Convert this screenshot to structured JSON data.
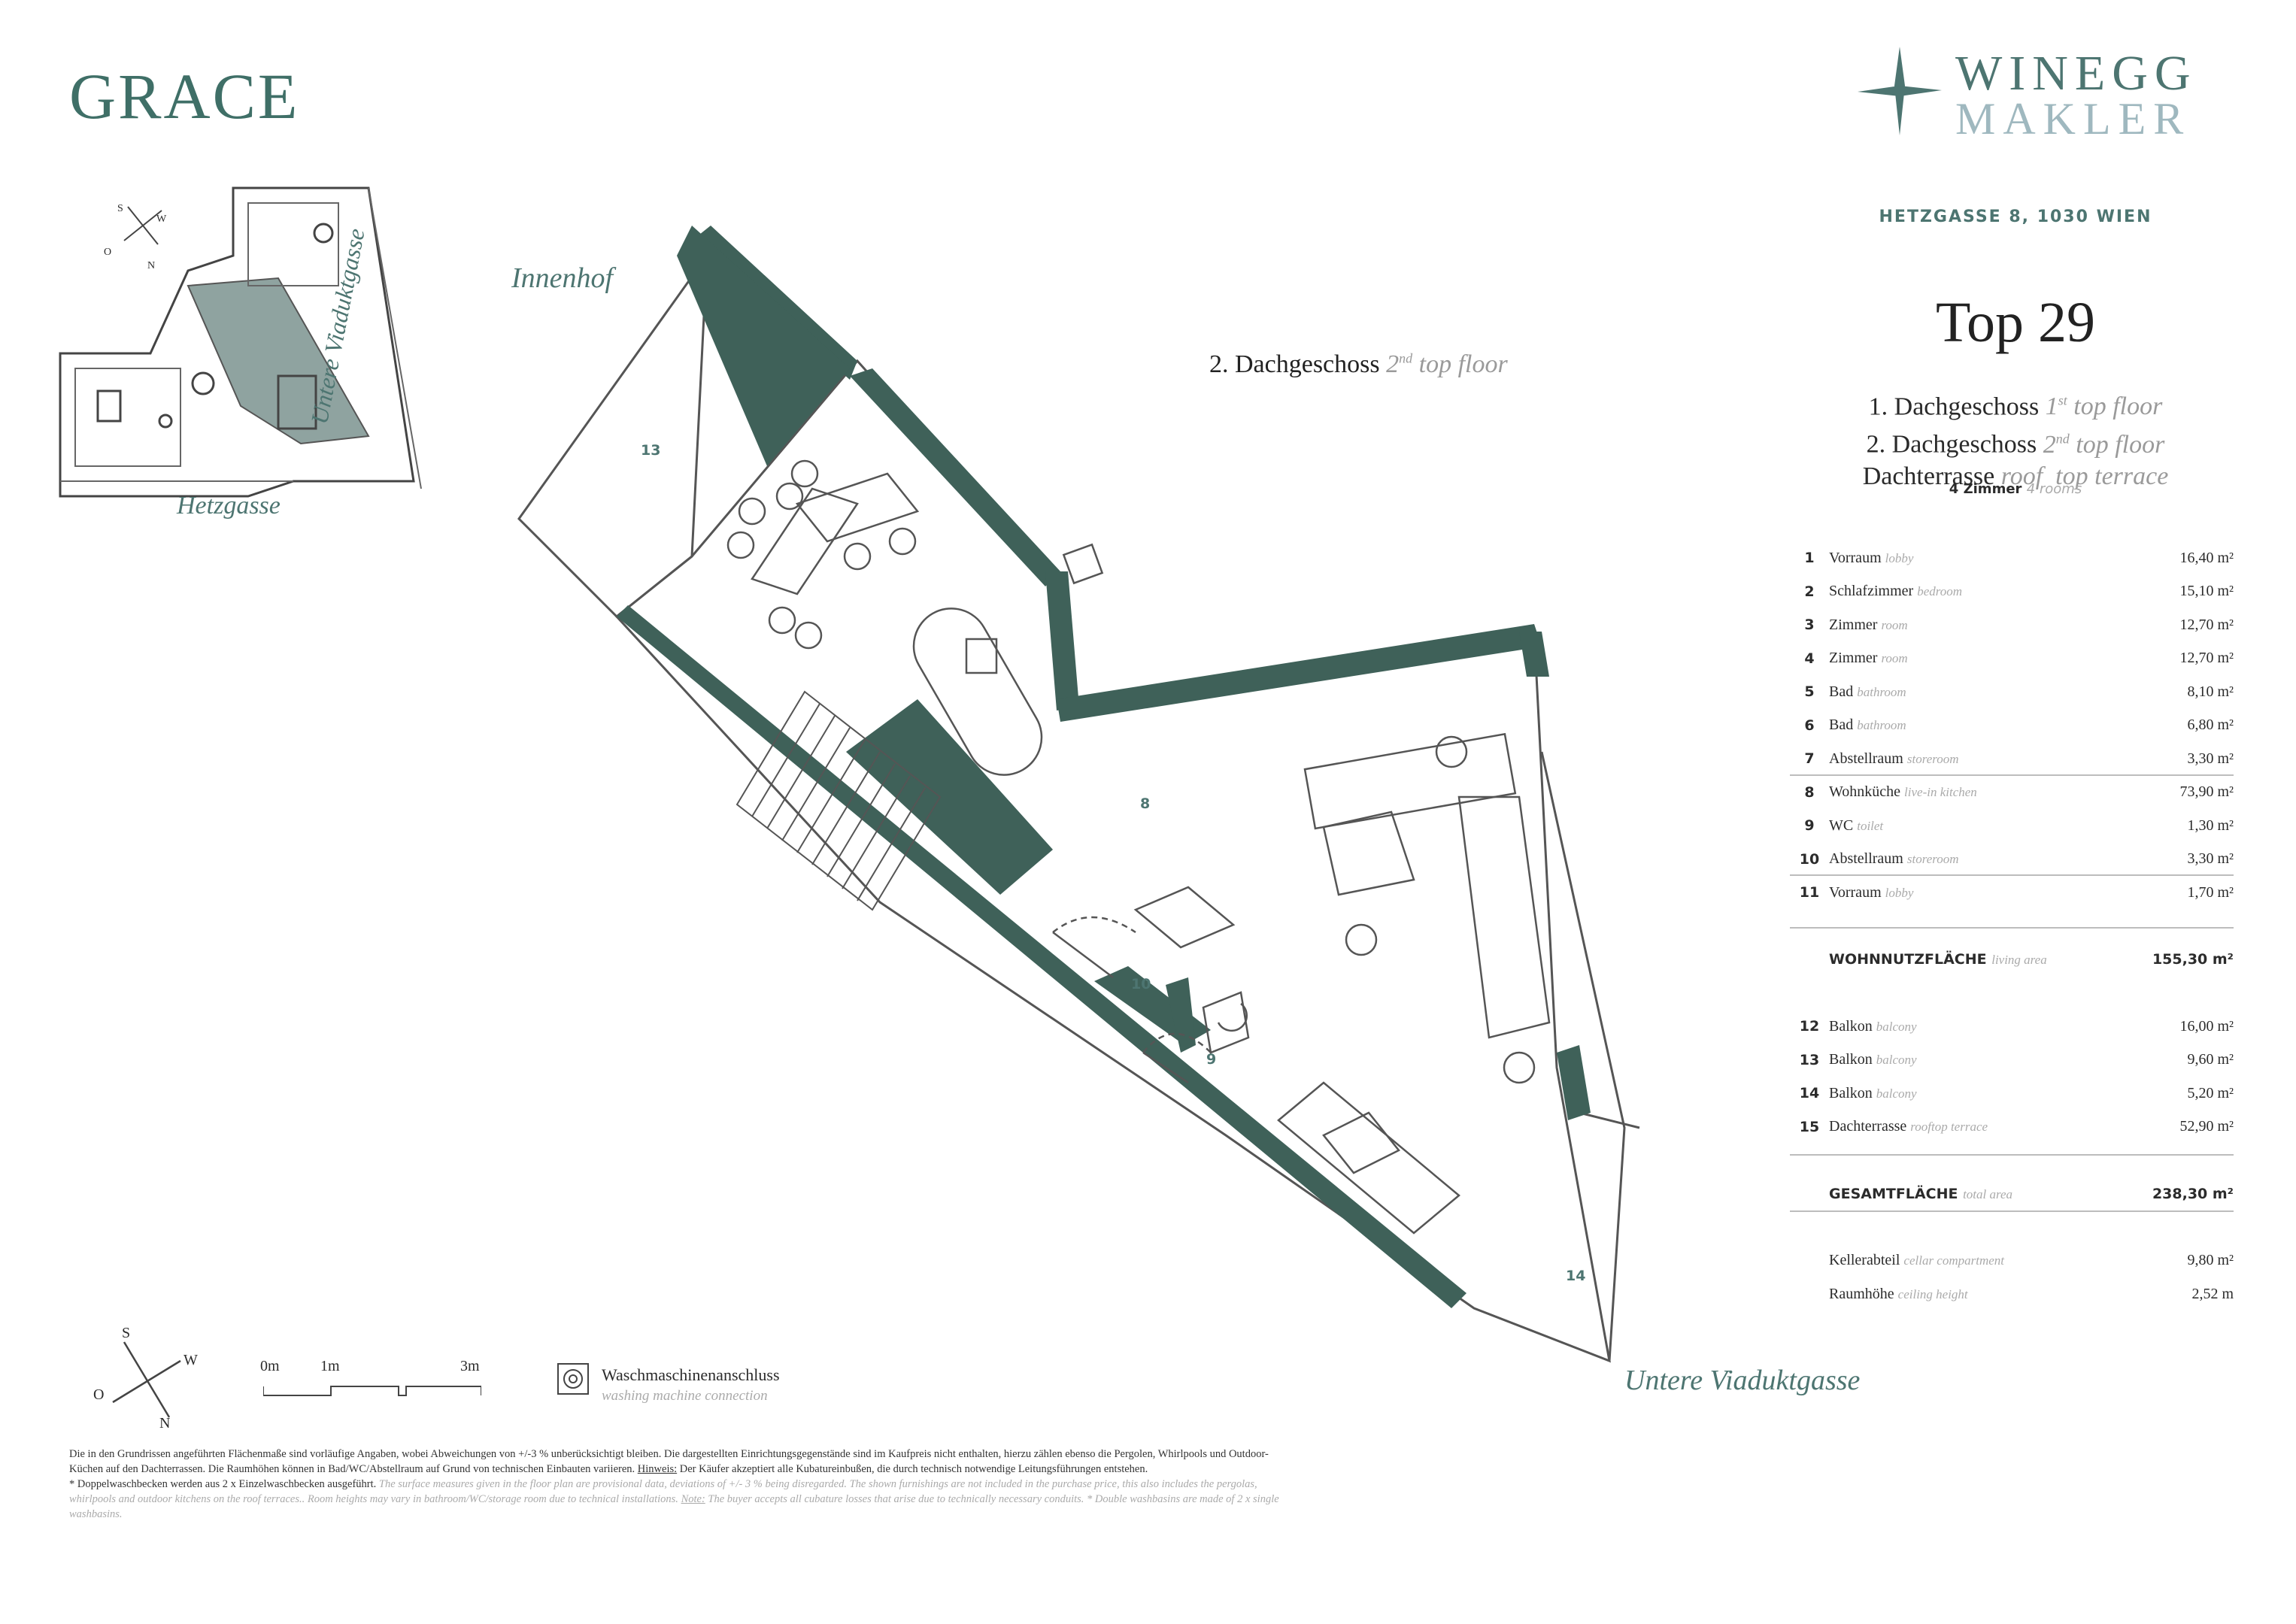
{
  "brand": {
    "project_logo": "GRACE",
    "agency_name": "WINEGG",
    "agency_sub": "MAKLER"
  },
  "address": "HETZGASSE 8, 1030 WIEN",
  "top": "Top 29",
  "floors": [
    {
      "de": "1. Dachgeschoss",
      "sup": "st",
      "en_pre": "1",
      "en": "top floor"
    },
    {
      "de": "2. Dachgeschoss",
      "sup": "nd",
      "en_pre": "2",
      "en": "top floor"
    },
    {
      "de": "Dachterrasse",
      "sup": "",
      "en_pre": "roof",
      "en": "top terrace"
    }
  ],
  "rooms_count": {
    "de": "4 Zimmer",
    "en": "4 rooms"
  },
  "rooms": [
    {
      "n": "1",
      "de": "Vorraum",
      "en": "lobby",
      "v": "16,40 m²"
    },
    {
      "n": "2",
      "de": "Schlafzimmer",
      "en": "bedroom",
      "v": "15,10 m²"
    },
    {
      "n": "3",
      "de": "Zimmer",
      "en": "room",
      "v": "12,70 m²"
    },
    {
      "n": "4",
      "de": "Zimmer",
      "en": "room",
      "v": "12,70 m²"
    },
    {
      "n": "5",
      "de": "Bad",
      "en": "bathroom",
      "v": "8,10 m²"
    },
    {
      "n": "6",
      "de": "Bad",
      "en": "bathroom",
      "v": "6,80 m²"
    },
    {
      "n": "7",
      "de": "Abstellraum",
      "en": "storeroom",
      "v": "3,30 m²"
    },
    {
      "n": "8",
      "de": "Wohnküche",
      "en": "live-in kitchen",
      "v": "73,90 m²"
    },
    {
      "n": "9",
      "de": "WC",
      "en": "toilet",
      "v": "1,30 m²"
    },
    {
      "n": "10",
      "de": "Abstellraum",
      "en": "storeroom",
      "v": "3,30 m²"
    },
    {
      "n": "11",
      "de": "Vorraum",
      "en": "lobby",
      "v": "1,70 m²"
    }
  ],
  "living_area": {
    "de": "WOHNNUTZFLÄCHE",
    "en": "living area",
    "v": "155,30 m²"
  },
  "outdoor": [
    {
      "n": "12",
      "de": "Balkon",
      "en": "balcony",
      "v": "16,00 m²"
    },
    {
      "n": "13",
      "de": "Balkon",
      "en": "balcony",
      "v": "9,60 m²"
    },
    {
      "n": "14",
      "de": "Balkon",
      "en": "balcony",
      "v": "5,20 m²"
    },
    {
      "n": "15",
      "de": "Dachterrasse",
      "en": "rooftop terrace",
      "v": "52,90 m²"
    }
  ],
  "total_area": {
    "de": "GESAMTFLÄCHE",
    "en": "total area",
    "v": "238,30 m²"
  },
  "extras": [
    {
      "de": "Kellerabteil",
      "en": "cellar compartment",
      "v": "9,80 m²"
    },
    {
      "de": "Raumhöhe",
      "en": "ceiling height",
      "v": "2,52 m"
    }
  ],
  "plan": {
    "floor_label": {
      "de": "2. Dachgeschoss",
      "en_pre": "2",
      "sup": "nd",
      "en": "top floor"
    },
    "street_innenhof": "Innenhof",
    "street_viadukt": "Untere Viaduktgasse",
    "room_13": "13",
    "room_8": "8",
    "room_10": "10",
    "room_9": "9",
    "room_14": "14"
  },
  "keyplan": {
    "street_hetz": "Hetzgasse",
    "street_viadukt": "Untere Viaduktgasse",
    "compass": {
      "s": "S",
      "w": "W",
      "o": "O",
      "n": "N"
    }
  },
  "compass": {
    "s": "S",
    "w": "W",
    "o": "O",
    "n": "N"
  },
  "scale": {
    "a": "0m",
    "b": "1m",
    "c": "3m"
  },
  "legend": {
    "de": "Waschmaschinenanschluss",
    "en": "washing machine connection"
  },
  "disclaimer": {
    "de1": "Die in den Grundrissen angeführten Flächenmaße sind vorläufige Angaben, wobei Abweichungen von +/-3 % unberücksichtigt bleiben. Die dargestellten Einrichtungsgegenstände sind im Kaufpreis nicht enthalten, hierzu zählen ebenso die Pergolen, Whirlpools und Outdoor-Küchen auf den Dachterrassen. Die Raumhöhen können in Bad/WC/Abstellraum auf Grund von technischen Einbauten variieren.",
    "hint": "Hinweis:",
    "de2": "Der Käufer akzeptiert alle Kubatureinbußen, die durch technisch notwendige Leitungsführungen entstehen.",
    "de3": "* Doppelwaschbecken werden aus 2 x Einzelwaschbecken ausgeführt.",
    "en1": "The surface measures given in the floor plan are provisional data, deviations of +/- 3 % being disregarded. The shown furnishings are not included in the purchase price, this also includes the pergolas, whirlpools and outdoor kitchens on the roof terraces.. Room heights may vary in bathroom/WC/storage room due to technical installations.",
    "note": "Note:",
    "en2": "The buyer accepts all cubature losses that arise due to technically necessary conduits.  * Double washbasins are made of 2 x single washbasins."
  },
  "colors": {
    "wall": "#3f6159",
    "accent": "#4d7571",
    "muted": "#aaaaaa",
    "keyplan_highlight": "#8fa3a0"
  }
}
